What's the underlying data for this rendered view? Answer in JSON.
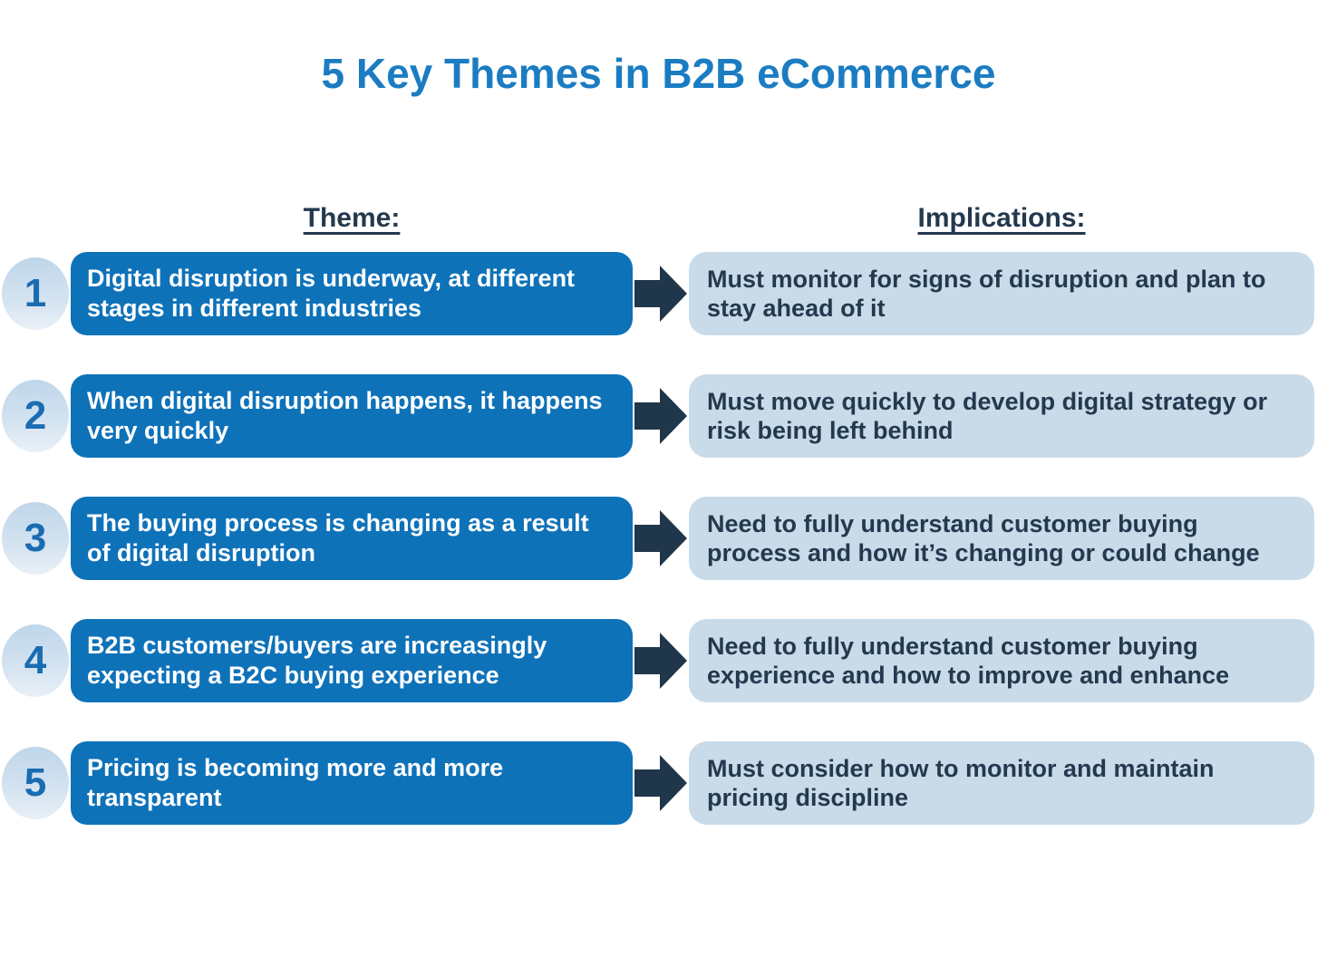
{
  "title": "5 Key Themes in B2B eCommerce",
  "columns": {
    "theme_header": "Theme:",
    "implications_header": "Implications:"
  },
  "colors": {
    "title_blue": "#1b7cc2",
    "theme_box_blue": "#0e72b9",
    "implication_box_blue": "#c9dbe9",
    "arrow_navy": "#20364a",
    "dark_text": "#24394e",
    "circle_fill": "#cfe0ef",
    "circle_number_blue": "#1a6cb1"
  },
  "rows": [
    {
      "number": "1",
      "theme": "Digital disruption is underway, at different stages in different industries",
      "implication": "Must monitor for signs of disruption and plan to stay ahead of it"
    },
    {
      "number": "2",
      "theme": "When digital disruption happens, it happens very quickly",
      "implication": "Must move quickly to develop digital strategy or risk being left behind"
    },
    {
      "number": "3",
      "theme": "The buying process is changing as a result of digital disruption",
      "implication": "Need to fully understand customer buying process and how it’s changing or could change"
    },
    {
      "number": "4",
      "theme": "B2B customers/buyers are increasingly expecting a B2C buying experience",
      "implication": "Need to fully understand customer buying experience and how to improve and enhance"
    },
    {
      "number": "5",
      "theme": "Pricing is becoming more and more transparent",
      "implication": "Must consider how to monitor and maintain pricing discipline"
    }
  ]
}
